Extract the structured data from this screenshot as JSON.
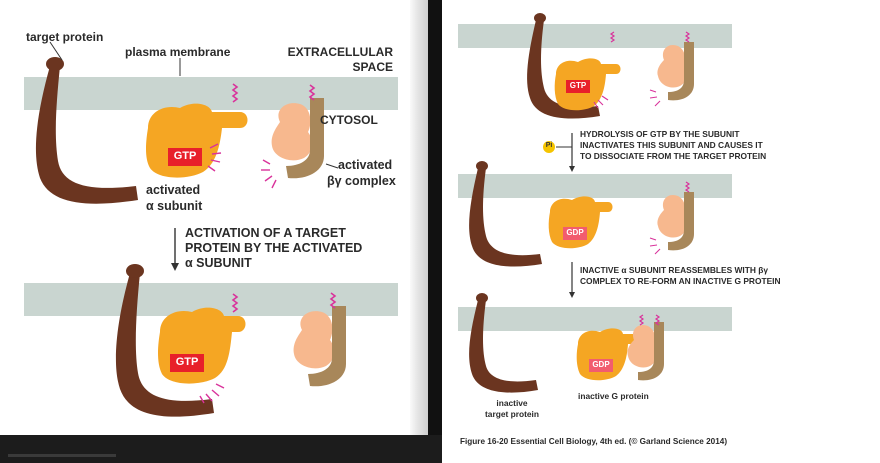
{
  "left": {
    "label_target_protein": "target protein",
    "label_plasma_membrane": "plasma membrane",
    "label_extracellular_1": "EXTRACELLULAR",
    "label_extracellular_2": "SPACE",
    "label_cytosol": "CYTOSOL",
    "label_activated_bg_1": "activated",
    "label_activated_bg_2": "βγ complex",
    "label_activated_alpha_1": "activated",
    "label_activated_alpha_2": "α subunit",
    "step_text_1": "ACTIVATION OF A TARGET",
    "step_text_2": "PROTEIN BY THE ACTIVATED",
    "step_text_3": "α SUBUNIT",
    "gtp_top": "GTP",
    "gtp_bottom": "GTP"
  },
  "right": {
    "gtp_label": "GTP",
    "pi_label": "Pi",
    "hydrolysis_1": "HYDROLYSIS OF GTP BY THE  SUBUNIT",
    "hydrolysis_2": "INACTIVATES THIS SUBUNIT AND CAUSES IT",
    "hydrolysis_3": "TO DISSOCIATE FROM THE TARGET PROTEIN",
    "gdp_mid": "GDP",
    "reassemble_1": "INACTIVE α SUBUNIT REASSEMBLES WITH βγ",
    "reassemble_2": "COMPLEX TO RE-FORM AN INACTIVE G PROTEIN",
    "gdp_bottom": "GDP",
    "label_inactive_target_1": "inactive",
    "label_inactive_target_2": "target protein",
    "label_inactive_g": "inactive G protein",
    "caption": "Figure 16-20 Essential Cell Biology, 4th ed. (© Garland Science 2014)"
  },
  "colors": {
    "membrane": "#c9d5d0",
    "target_protein": "#6b3520",
    "alpha_subunit": "#f5a623",
    "gtp_box": "#e8202a",
    "gdp_box": "#f25c6e",
    "beta_gamma_light": "#f7b88e",
    "beta_gamma_dark": "#a8875a",
    "lipid_tail": "#d9339b"
  }
}
